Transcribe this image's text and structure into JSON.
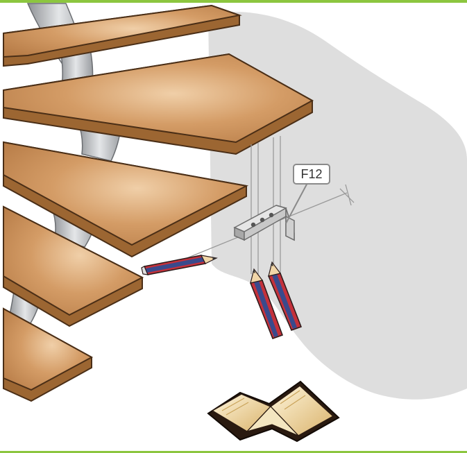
{
  "figure": {
    "callout_part": "F12",
    "colors": {
      "frame_accent": "#8cc63f",
      "wall": "#dedede",
      "tread": "#c98f5b",
      "tread_edge": "#8a5526",
      "stringer": "#b7babd",
      "bracket": "#c8c8c8",
      "pencil_blue": "#3a4a8c",
      "pencil_red": "#c4313b"
    },
    "icons": [
      "staircase-treads",
      "central-stringer",
      "fixing-bracket",
      "pencil",
      "manual-book-icon"
    ]
  }
}
